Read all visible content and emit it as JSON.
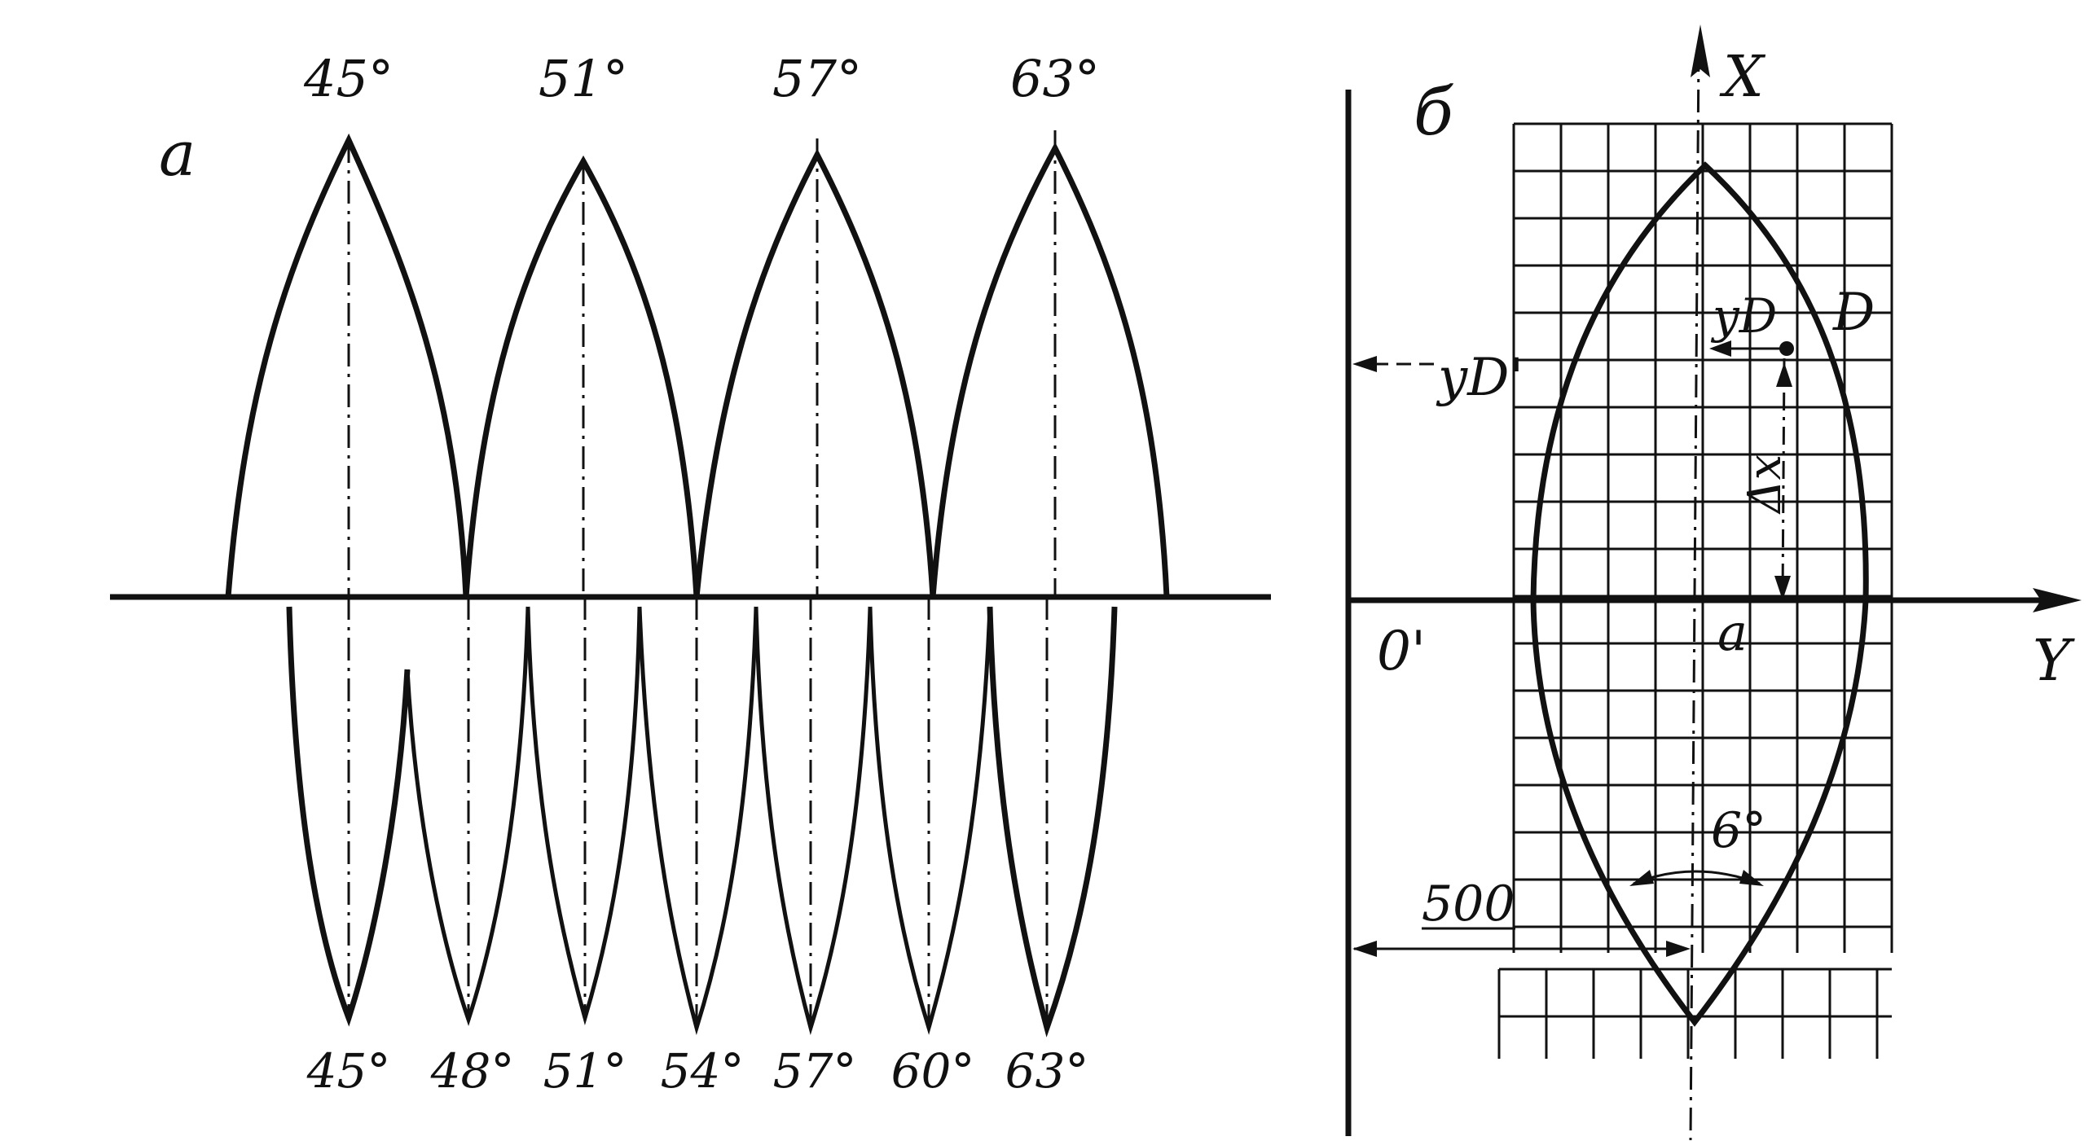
{
  "panel_a": {
    "label": "a",
    "top_gores": [
      "45°",
      "51°",
      "57°",
      "63°"
    ],
    "bottom_gores": [
      "45°",
      "48°",
      "51°",
      "54°",
      "57°",
      "60°",
      "63°"
    ]
  },
  "panel_b": {
    "label": "б",
    "axis_x_label": "X",
    "axis_y_label": "Y",
    "origin_label": "0'",
    "center_label": "a",
    "point_label": "D",
    "yd_label": "yD",
    "yd_prime_label": "yD'",
    "dx_label": "Δx",
    "angle_label": "6°",
    "distance_label": "500"
  }
}
